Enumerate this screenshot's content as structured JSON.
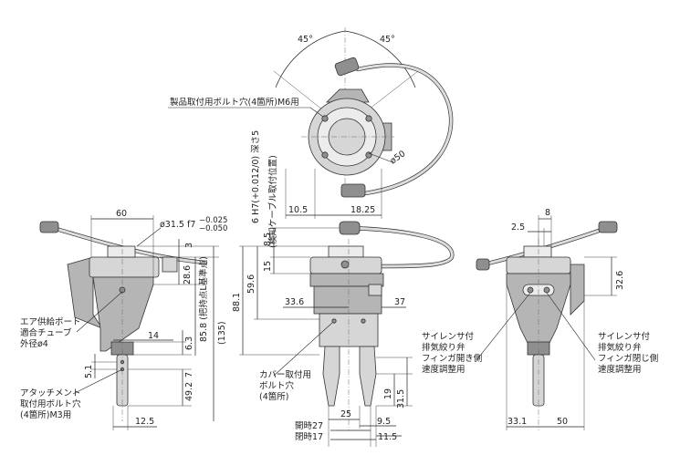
{
  "diagram": {
    "top_view": {
      "angle_left": "45°",
      "angle_right": "45°",
      "mount_hole_label": "製品取付用ボルト穴(4箇所)M6用",
      "diameter": "ø50",
      "dim_bottom_left": "10.5",
      "dim_bottom_right": "18.25"
    },
    "front_view": {
      "width": "60",
      "shaft_dia": "ø31.5 f7(−0.025/−0.050)",
      "shaft_dia_main": "ø31.5 f7",
      "shaft_tol_upper": "−0.025",
      "shaft_tol_lower": "−0.050",
      "dim_3": "3",
      "dim_28_6": "28.6",
      "dim_85_8": "85.8 (把持点L基準点)",
      "dim_135": "(135)",
      "dim_14": "14",
      "dim_6_3": "6.3",
      "dim_7": "7",
      "dim_49_2": "49.2",
      "dim_5_1": "5.1",
      "dim_12_5": "12.5",
      "air_port_line1": "エア供給ポート",
      "air_port_line2": "適合チューブ",
      "air_port_line3": "外径ø4",
      "attach_line1": "アタッチメント",
      "attach_line2": "取付用ボルト穴",
      "attach_line3": "(4箇所)M3用"
    },
    "side_view": {
      "hole_depth": "6 H7(+0.012/0) 深さ5",
      "cable_label": "(検知ケーブル取付位置)",
      "dim_8_5": "8.5",
      "dim_15": "15",
      "dim_59_6": "59.6",
      "dim_88_1": "88.1",
      "dim_33_6": "33.6",
      "dim_37": "37",
      "cover_line1": "カバー取付用",
      "cover_line2": "ボルト穴",
      "cover_line3": "(4箇所)",
      "dim_19": "19",
      "dim_31_5": "31.5",
      "dim_25": "25",
      "dim_9_5": "9.5",
      "dim_11_5": "11.5",
      "open_label": "開時27",
      "close_label": "閉時17"
    },
    "right_view": {
      "dim_8": "8",
      "dim_2_5": "2.5",
      "dim_32_6": "32.6",
      "dim_33_1": "33.1",
      "dim_50": "50",
      "silencer_open_line1": "サイレンサ付",
      "silencer_open_line2": "排気絞り弁",
      "silencer_open_line3": "フィンガ開き側",
      "silencer_open_line4": "速度調整用",
      "silencer_close_line1": "サイレンサ付",
      "silencer_close_line2": "排気絞り弁",
      "silencer_close_line3": "フィンガ閉じ側",
      "silencer_close_line4": "速度調整用"
    }
  }
}
